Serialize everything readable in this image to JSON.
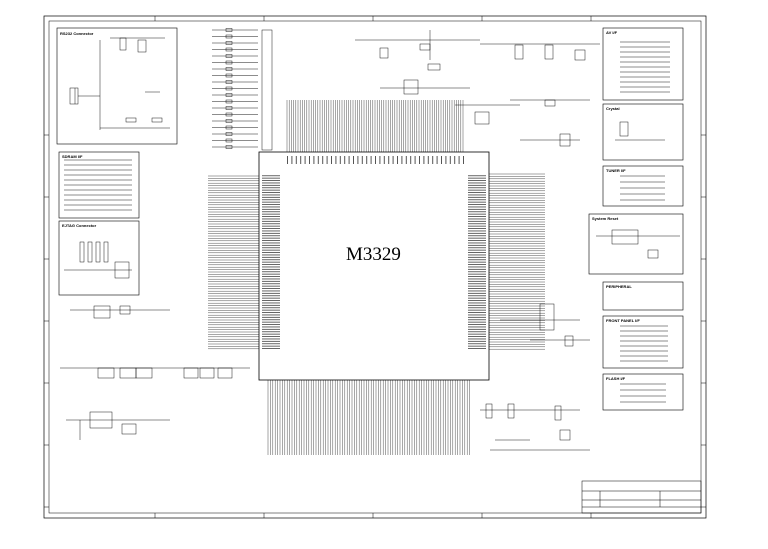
{
  "chip": {
    "name": "M3329"
  },
  "blocks": {
    "rs232": "RS232 Connector",
    "sdram": "SDRAM I/F",
    "ejtag": "EJTAG Connector",
    "avif": "AV I/F",
    "crystal": "Crystal",
    "tuner": "TUNER I/F",
    "system_reset": "System Reset",
    "peripheral": "PERIPHERAL",
    "front_panel": "FRONT PANEL I/F",
    "flash": "FLASH I/F"
  },
  "colors": {
    "line": "#000000",
    "paper": "#ffffff"
  }
}
